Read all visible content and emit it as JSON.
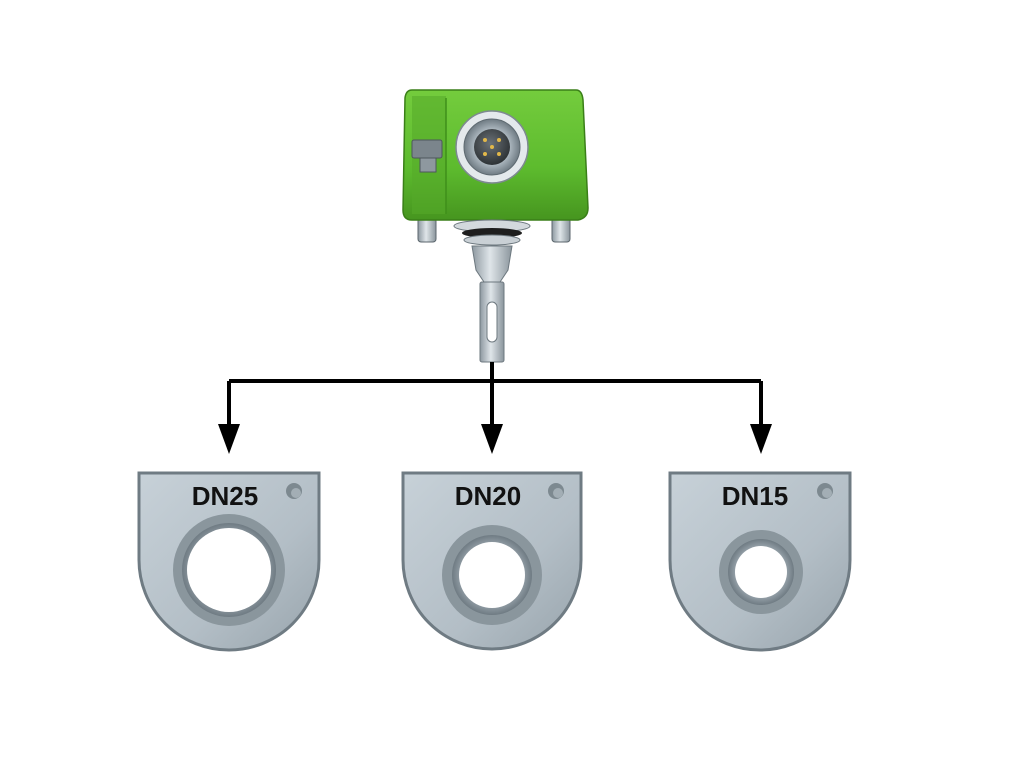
{
  "adapters": [
    {
      "label": "DN25",
      "size": 25
    },
    {
      "label": "DN20",
      "size": 20
    },
    {
      "label": "DN15",
      "size": 15
    }
  ],
  "colors": {
    "housing": "#5dbb2e",
    "housing_dark": "#3f8f1a",
    "metal": "#b9c4cc",
    "metal_dark": "#7d8990",
    "connector": "#474d52",
    "arrow": "#000000"
  },
  "icons": {
    "sensor": "flow-sensor-icon",
    "adapter": "mounting-adapter-icon",
    "arrow": "arrow-down-icon"
  }
}
